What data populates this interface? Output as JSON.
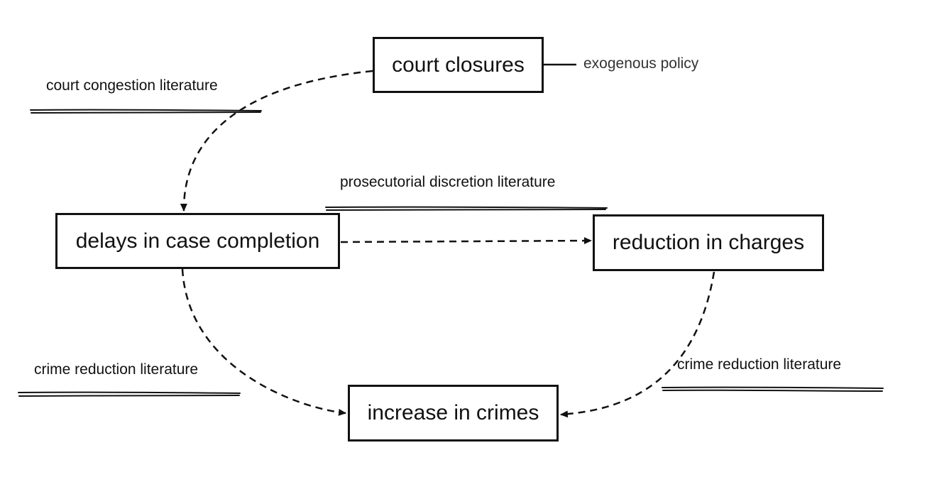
{
  "nodes": {
    "court_closures": "court closures",
    "delays": "delays in case completion",
    "reduction": "reduction in charges",
    "increase": "increase in crimes"
  },
  "labels": {
    "court_congestion": "court congestion literature",
    "exogenous": "exogenous policy",
    "prosecutorial": "prosecutorial discretion literature",
    "crime_left": "crime reduction literature",
    "crime_right": "crime reduction literature"
  },
  "edges": [
    {
      "from": "court closures",
      "to": "delays in case completion",
      "style": "dashed",
      "label": "court congestion literature"
    },
    {
      "from": "delays in case completion",
      "to": "reduction in charges",
      "style": "dashed",
      "label": "prosecutorial discretion literature"
    },
    {
      "from": "delays in case completion",
      "to": "increase in crimes",
      "style": "dashed",
      "label": "crime reduction literature"
    },
    {
      "from": "reduction in charges",
      "to": "increase in crimes",
      "style": "dashed",
      "label": "crime reduction literature"
    }
  ],
  "colors": {
    "stroke": "#111111",
    "background": "#ffffff"
  }
}
